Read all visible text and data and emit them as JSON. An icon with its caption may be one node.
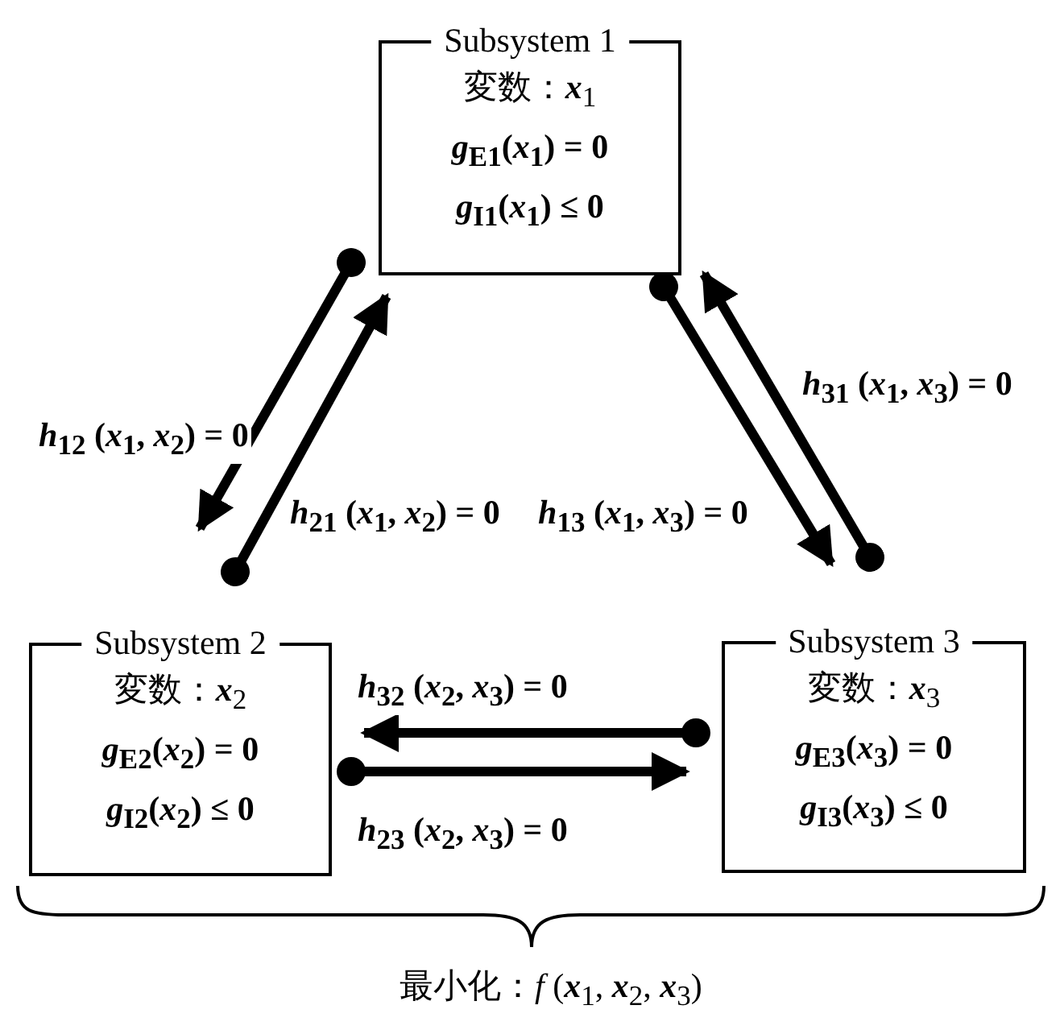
{
  "diagram": {
    "nodes": [
      {
        "text": [
          "Subsystem 1",
          "変数：**x**$_{1}$",
          "*g*$_{E1}$(*x*$_{1}$) = 0",
          "*g*$_{I1}$(*x*$_{1}$) ≤ 0"
        ]
      },
      {
        "text": [
          "Subsystem 2",
          "変数：**x**$_{2}$",
          "*g*$_{E2}$(*x*$_{2}$) = 0",
          "*g*$_{I2}$(*x*$_{2}$) ≤ 0"
        ]
      },
      {
        "text": [
          "Subsystem 3",
          "変数：**x**$_{3}$",
          "*g*$_{E3}$(*x*$_{3}$) = 0",
          "*g*$_{I3}$(*x*$_{3}$) ≤ 0"
        ]
      }
    ],
    "edges": [
      {
        "from": 0,
        "to": 1,
        "arrow": "to",
        "label": "*h*$_{12}$ (*x*$_{1}$, *x*$_{2}$) = 0"
      },
      {
        "from": 1,
        "to": 0,
        "arrow": "to",
        "label": "*h*$_{21}$ (*x*$_{1}$, *x*$_{2}$) = 0"
      },
      {
        "from": 0,
        "to": 2,
        "arrow": "to",
        "label": "*h*$_{13}$ (*x*$_{1}$, *x*$_{3}$) = 0"
      },
      {
        "from": 2,
        "to": 0,
        "arrow": "to",
        "label": "*h*$_{31}$ (*x*$_{1}$, *x*$_{3}$) = 0"
      },
      {
        "from": 2,
        "to": 1,
        "arrow": "to",
        "label": "*h*$_{32}$ (*x*$_{2}$, *x*$_{3}$) = 0"
      },
      {
        "from": 1,
        "to": 2,
        "arrow": "to",
        "label": "*h*$_{23}$ (*x*$_{2}$, *x*$_{3}$) = 0"
      }
    ],
    "labels": [
      "最小化：*f* (**x**$_{1}$, **x**$_{2}$, **x**$_{3}$)"
    ]
  }
}
